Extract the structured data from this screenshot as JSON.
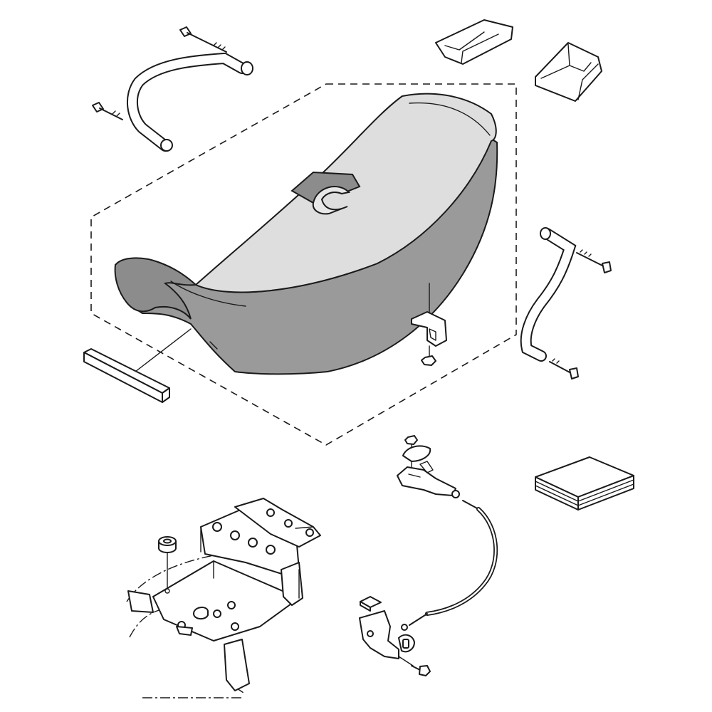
{
  "diagram": {
    "colors": {
      "line": "#1a1a1a",
      "background": "#ffffff",
      "seat_top": "#dedede",
      "seat_side": "#9a9a9a",
      "seat_dark": "#8c8c8c"
    },
    "parts": [
      "left-grab-handle",
      "bolt",
      "tail-cover-small",
      "bracket-cover",
      "seat",
      "seat-strap",
      "seat-hook-bracket",
      "nut",
      "right-grab-handle",
      "foam-strip",
      "seat-lock-assembly",
      "release-cable",
      "owners-manual-book",
      "frame-rear-section",
      "rubber-damper"
    ]
  }
}
